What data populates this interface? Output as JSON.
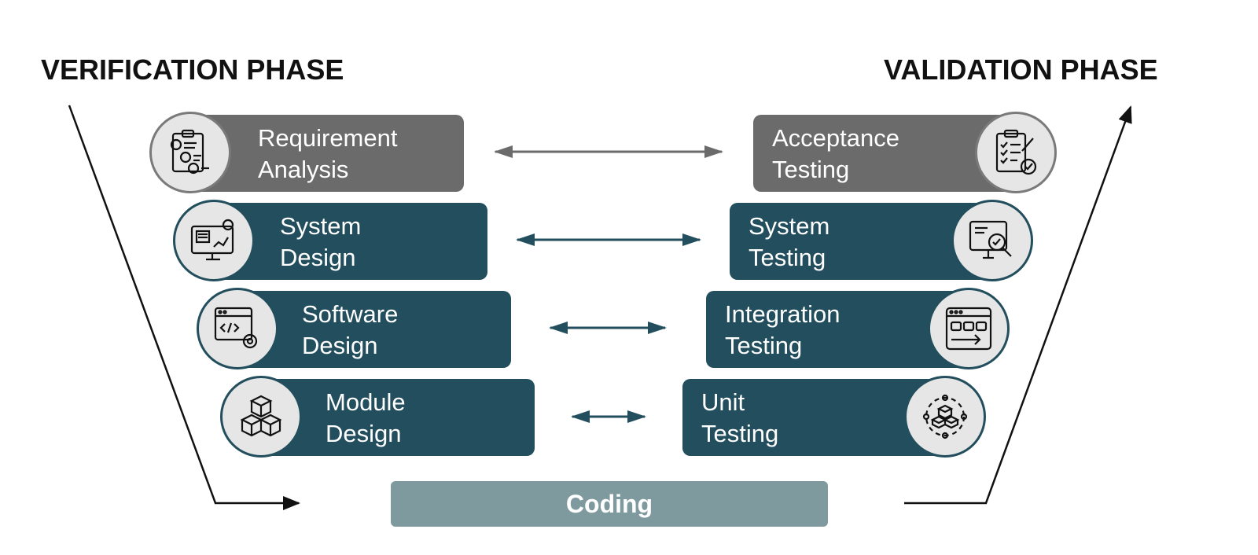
{
  "verification": {
    "title": "VERIFICATION PHASE",
    "stages": [
      {
        "line1": "Requirement",
        "line2": "Analysis",
        "icon": "numbered-checklist-icon"
      },
      {
        "line1": "System",
        "line2": "Design",
        "icon": "monitor-diagram-icon"
      },
      {
        "line1": "Software",
        "line2": "Design",
        "icon": "code-gear-icon"
      },
      {
        "line1": "Module",
        "line2": "Design",
        "icon": "cubes-icon"
      }
    ]
  },
  "validation": {
    "title": "VALIDATION PHASE",
    "stages": [
      {
        "line1": "Acceptance",
        "line2": "Testing",
        "icon": "clipboard-check-icon"
      },
      {
        "line1": "System",
        "line2": "Testing",
        "icon": "monitor-magnifier-icon"
      },
      {
        "line1": "Integration",
        "line2": "Testing",
        "icon": "integration-window-icon"
      },
      {
        "line1": "Unit",
        "line2": "Testing",
        "icon": "unit-cubes-icon"
      }
    ]
  },
  "coding": {
    "label": "Coding"
  },
  "colors": {
    "grey_box": "#6b6b6b",
    "teal_box": "#224e5d",
    "coding_bar": "#7e9a9e",
    "arrow_grey": "#6b6b6b",
    "arrow_teal": "#224e5d"
  }
}
